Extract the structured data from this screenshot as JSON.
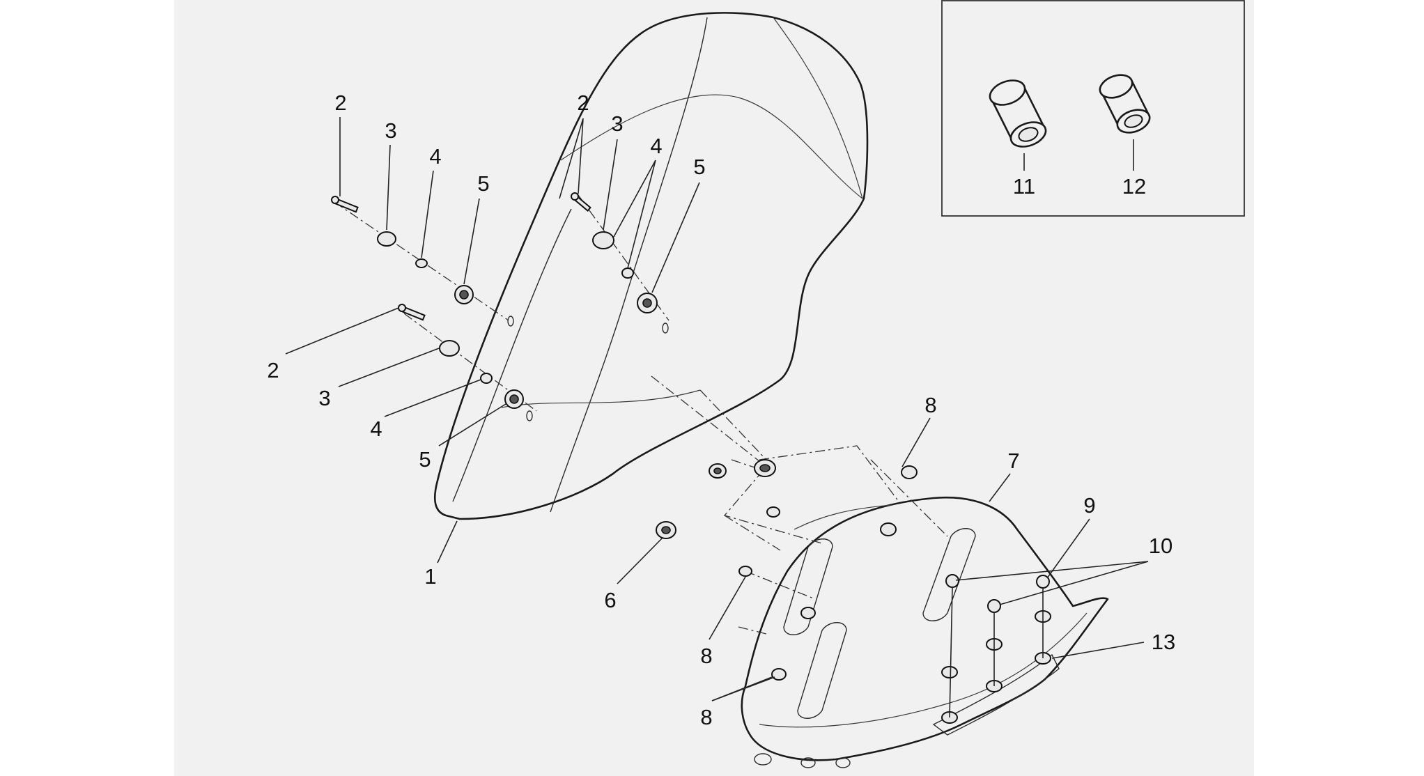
{
  "diagram": {
    "description_free": true,
    "callouts": [
      {
        "id": "c1",
        "text": "1"
      },
      {
        "id": "c2a",
        "text": "2"
      },
      {
        "id": "c2b",
        "text": "2"
      },
      {
        "id": "c2c",
        "text": "2"
      },
      {
        "id": "c3a",
        "text": "3"
      },
      {
        "id": "c3b",
        "text": "3"
      },
      {
        "id": "c3c",
        "text": "3"
      },
      {
        "id": "c4a",
        "text": "4"
      },
      {
        "id": "c4b",
        "text": "4"
      },
      {
        "id": "c4c",
        "text": "4"
      },
      {
        "id": "c5a",
        "text": "5"
      },
      {
        "id": "c5b",
        "text": "5"
      },
      {
        "id": "c5c",
        "text": "5"
      },
      {
        "id": "c6",
        "text": "6"
      },
      {
        "id": "c7",
        "text": "7"
      },
      {
        "id": "c8a",
        "text": "8"
      },
      {
        "id": "c8b",
        "text": "8"
      },
      {
        "id": "c8c",
        "text": "8"
      },
      {
        "id": "c9",
        "text": "9"
      },
      {
        "id": "c10",
        "text": "10"
      },
      {
        "id": "c11",
        "text": "11"
      },
      {
        "id": "c12",
        "text": "12"
      },
      {
        "id": "c13",
        "text": "13"
      }
    ],
    "colors": {
      "background": "#f1f1f1",
      "line": "#1a1a1a"
    }
  }
}
